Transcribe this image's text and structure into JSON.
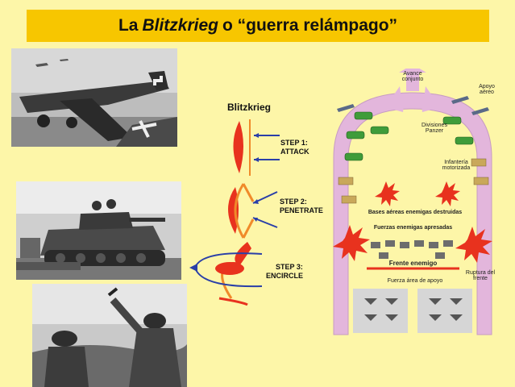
{
  "title": {
    "prefix": "La",
    "italic": "Blitzkrieg",
    "suffix": "o “guerra relámpago”"
  },
  "steps_diagram": {
    "heading": "Blitzkrieg",
    "steps": [
      {
        "line1": "STEP 1:",
        "line2": "ATTACK"
      },
      {
        "line1": "STEP 2:",
        "line2": "PENETRATE"
      },
      {
        "line1": "STEP 3:",
        "line2": "ENCIRCLE"
      }
    ],
    "colors": {
      "red": "#e8321e",
      "arrow": "#2a3fa8",
      "ring": "#f08a2a"
    }
  },
  "map_diagram": {
    "labels": {
      "avance": "Avance conjunto",
      "apoyo": "Apoyo aéreo",
      "divisiones": "Divisiones Panzer",
      "infanteria": "Infantería motorizada",
      "bases": "Bases aéreas enemigas destruidas",
      "fuerzas": "Fuerzas enemigas apresadas",
      "frente": "Frente enemigo",
      "ruptura": "Ruptura del frente",
      "fuerza_aerea": "Fuerza área de apoyo"
    },
    "colors": {
      "arch": "#e3b6dc",
      "explosion": "#e8321e",
      "tank": "#3f9c3a",
      "box": "#d6d6d6"
    }
  }
}
